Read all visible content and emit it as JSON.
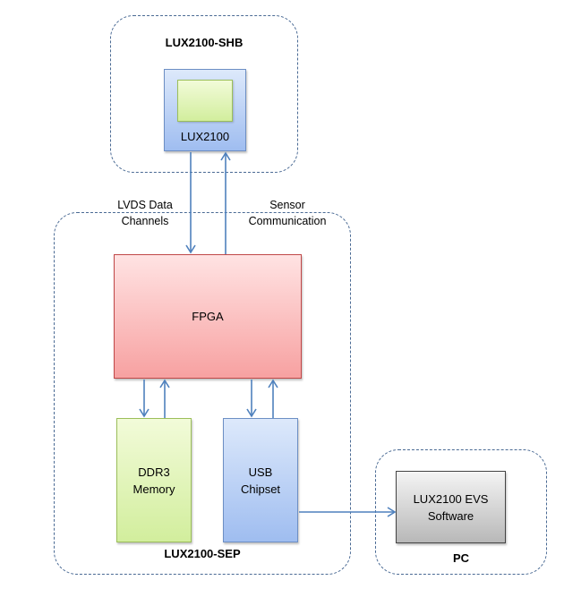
{
  "groups": {
    "shb": {
      "title": "LUX2100-SHB"
    },
    "sep": {
      "title": "LUX2100-SEP"
    },
    "pc": {
      "title": "PC"
    }
  },
  "blocks": {
    "sensor": {
      "label": "LUX2100"
    },
    "fpga": {
      "label": "FPGA"
    },
    "ddr3": {
      "line1": "DDR3",
      "line2": "Memory"
    },
    "usb": {
      "line1": "USB",
      "line2": "Chipset"
    },
    "software": {
      "line1": "LUX2100 EVS",
      "line2": "Software"
    }
  },
  "connections": {
    "lvds": {
      "line1": "LVDS Data",
      "line2": "Channels"
    },
    "sensor_comm": {
      "line1": "Sensor",
      "line2": "Communication"
    }
  },
  "colors": {
    "wire": "#4f81bd",
    "group_border": "#4a6a94"
  }
}
